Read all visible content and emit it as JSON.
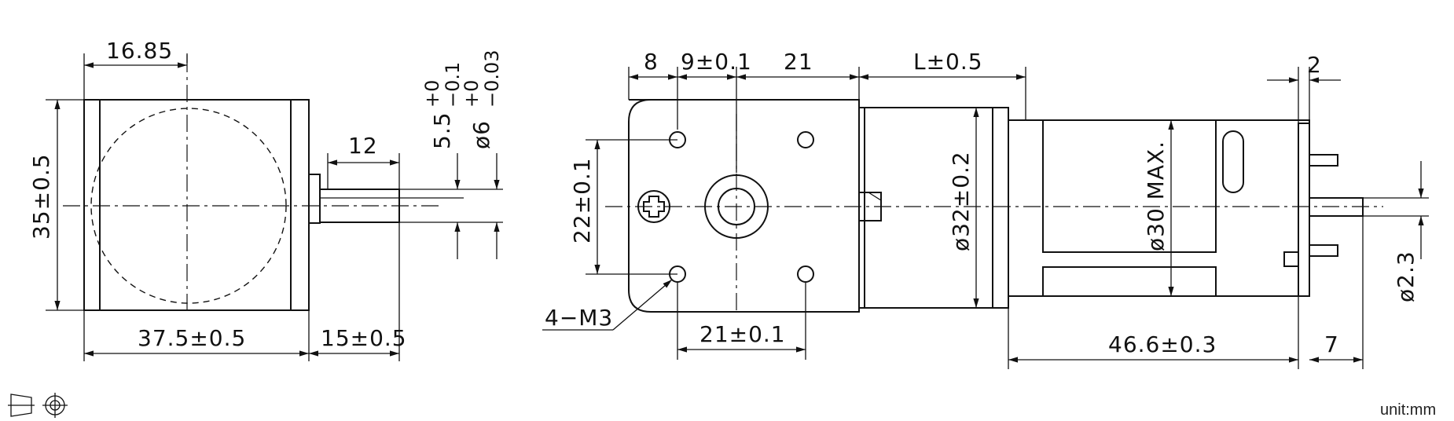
{
  "side_view": {
    "top_width": "16.85",
    "height": "35±0.5",
    "body_length": "37.5±0.5",
    "shaft_length": "15±0.5",
    "flat_length": "12",
    "flat_depth": "5.5",
    "flat_depth_tol": "+0",
    "flat_depth_tol2": "−0.1",
    "shaft_diameter": "ø6",
    "shaft_diameter_tol": "+0",
    "shaft_diameter_tol2": "−0.03"
  },
  "front_view": {
    "dim_8": "8",
    "dim_9": "9±0.1",
    "dim_21_top": "21",
    "dim_L": "L±0.5",
    "dim_2": "2",
    "dim_22": "22±0.1",
    "dim_32": "ø32±0.2",
    "dim_30": "ø30 MAX.",
    "dim_23": "ø2.3",
    "hole_label": "4−M3",
    "dim_21_bottom": "21±0.1",
    "dim_46": "46.6±0.3",
    "dim_7": "7"
  },
  "footer": {
    "unit": "unit:mm"
  },
  "icons": [
    "projection-symbol-icon"
  ]
}
